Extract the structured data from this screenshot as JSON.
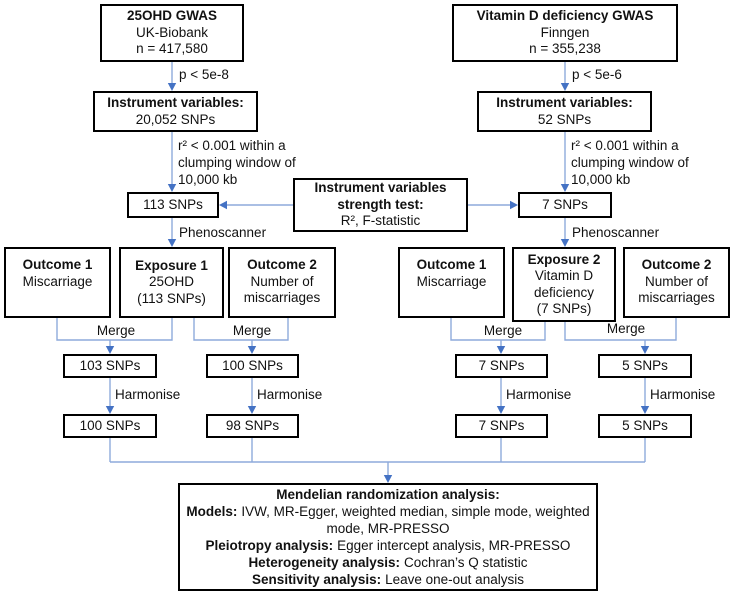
{
  "flow": {
    "colors": {
      "line": "#8EAADC",
      "arrowhead": "#4472C4",
      "border": "#000000"
    },
    "left": {
      "gwas": {
        "l1": "25OHD GWAS",
        "l2": "UK-Biobank",
        "l3": "n = 417,580"
      },
      "p_threshold": "p < 5e-8",
      "iv": {
        "l1": "Instrument variables:",
        "l2": "20,052 SNPs"
      },
      "clump": {
        "l1": "r² < 0.001 within a",
        "l2": "clumping window of",
        "l3": "10,000 kb"
      },
      "clumped_snps": "113 SNPs",
      "phenoscanner": "Phenoscanner",
      "outcome1": {
        "l1": "Outcome 1",
        "l2": "Miscarriage"
      },
      "exposure": {
        "l1": "Exposure 1",
        "l2": "25OHD",
        "l3": "(113 SNPs)"
      },
      "outcome2": {
        "l1": "Outcome 2",
        "l2": "Number of",
        "l3": "miscarriages"
      },
      "merge1": "Merge",
      "merge2": "Merge",
      "merged_snps1": "103 SNPs",
      "merged_snps2": "100 SNPs",
      "harmonise1": "Harmonise",
      "harmonise2": "Harmonise",
      "harmonised_snps1": "100 SNPs",
      "harmonised_snps2": "98 SNPs"
    },
    "right": {
      "gwas": {
        "l1": "Vitamin D deficiency GWAS",
        "l2": "Finngen",
        "l3": "n = 355,238"
      },
      "p_threshold": "p < 5e-6",
      "iv": {
        "l1": "Instrument variables:",
        "l2": "52 SNPs"
      },
      "clump": {
        "l1": "r² < 0.001 within a",
        "l2": "clumping window of",
        "l3": "10,000 kb"
      },
      "clumped_snps": "7 SNPs",
      "phenoscanner": "Phenoscanner",
      "outcome1": {
        "l1": "Outcome 1",
        "l2": "Miscarriage"
      },
      "exposure": {
        "l1": "Exposure 2",
        "l2": "Vitamin D",
        "l3": "deficiency",
        "l4": "(7 SNPs)"
      },
      "outcome2": {
        "l1": "Outcome 2",
        "l2": "Number of",
        "l3": "miscarriages"
      },
      "merge1": "Merge",
      "merge2": "Merge",
      "merged_snps1": "7 SNPs",
      "merged_snps2": "5 SNPs",
      "harmonise1": "Harmonise",
      "harmonise2": "Harmonise",
      "harmonised_snps1": "7 SNPs",
      "harmonised_snps2": "5 SNPs"
    },
    "strength_test": {
      "l1": "Instrument variables",
      "l2": "strength test:",
      "l3": "R², F-statistic"
    },
    "mr": {
      "title": "Mendelian randomization analysis:",
      "models_label": "Models:",
      "models": "IVW, MR-Egger, weighted median, simple mode, weighted mode, MR-PRESSO",
      "pleiotropy_label": "Pleiotropy analysis:",
      "pleiotropy": "Egger intercept analysis, MR-PRESSO",
      "heterogeneity_label": "Heterogeneity analysis:",
      "heterogeneity": "Cochran’s Q statistic",
      "sensitivity_label": "Sensitivity analysis:",
      "sensitivity": "Leave one-out analysis"
    }
  }
}
